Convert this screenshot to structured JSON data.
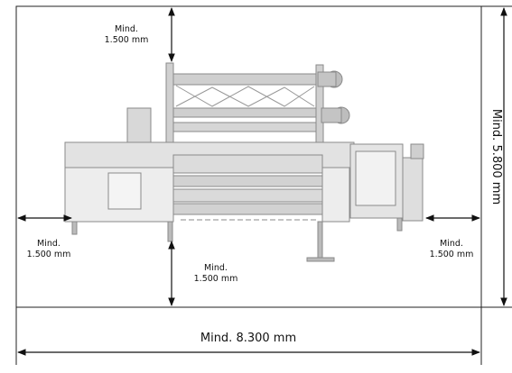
{
  "labels": {
    "top_line1": "Mind.",
    "top_line2": "1.500 mm",
    "left_line1": "Mind.",
    "left_line2": "1.500 mm",
    "right_line1": "Mind.",
    "right_line2": "1.500 mm",
    "bottom_line1": "Mind.",
    "bottom_line2": "1.500 mm",
    "width": "Mind. 8.300 mm",
    "height": "Mind. 5.800 mm"
  }
}
